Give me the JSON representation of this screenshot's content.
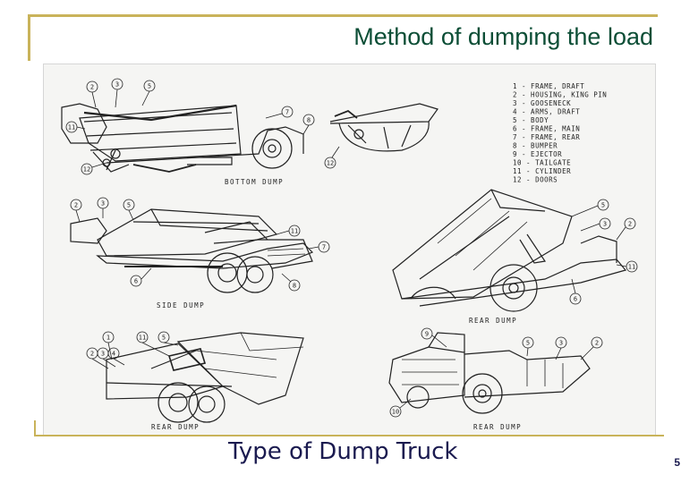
{
  "slide": {
    "title": "Method of dumping the load",
    "caption": "Type of Dump Truck",
    "page_number": "5"
  },
  "figure": {
    "legend": [
      "1 - FRAME, DRAFT",
      "2 - HOUSING, KING PIN",
      "3 - GOOSENECK",
      "4 - ARMS, DRAFT",
      "5 - BODY",
      "6 - FRAME, MAIN",
      "7 - FRAME, REAR",
      "8 - BUMPER",
      "9 - EJECTOR",
      "10 - TAILGATE",
      "11 - CYLINDER",
      "12 - DOORS"
    ],
    "panel_labels": {
      "bottom_dump": "BOTTOM DUMP",
      "side_dump": "SIDE DUMP",
      "rear_dump_right": "REAR DUMP",
      "rear_dump_bottom_left": "REAR DUMP",
      "rear_dump_bottom_right": "REAR DUMP"
    },
    "callouts": {
      "bottom_dump": [
        "2",
        "3",
        "5",
        "11",
        "7",
        "8",
        "12"
      ],
      "bottom_dump_detail": [
        "12"
      ],
      "side_dump": [
        "2",
        "3",
        "5",
        "11",
        "7",
        "6",
        "8"
      ],
      "rear_dump_right": [
        "5",
        "3",
        "2",
        "11",
        "6"
      ],
      "rear_dump_bottom_left": [
        "1",
        "11",
        "5",
        "2",
        "3",
        "4"
      ],
      "rear_dump_bottom_right": [
        "9",
        "5",
        "3",
        "2",
        "10"
      ]
    }
  }
}
